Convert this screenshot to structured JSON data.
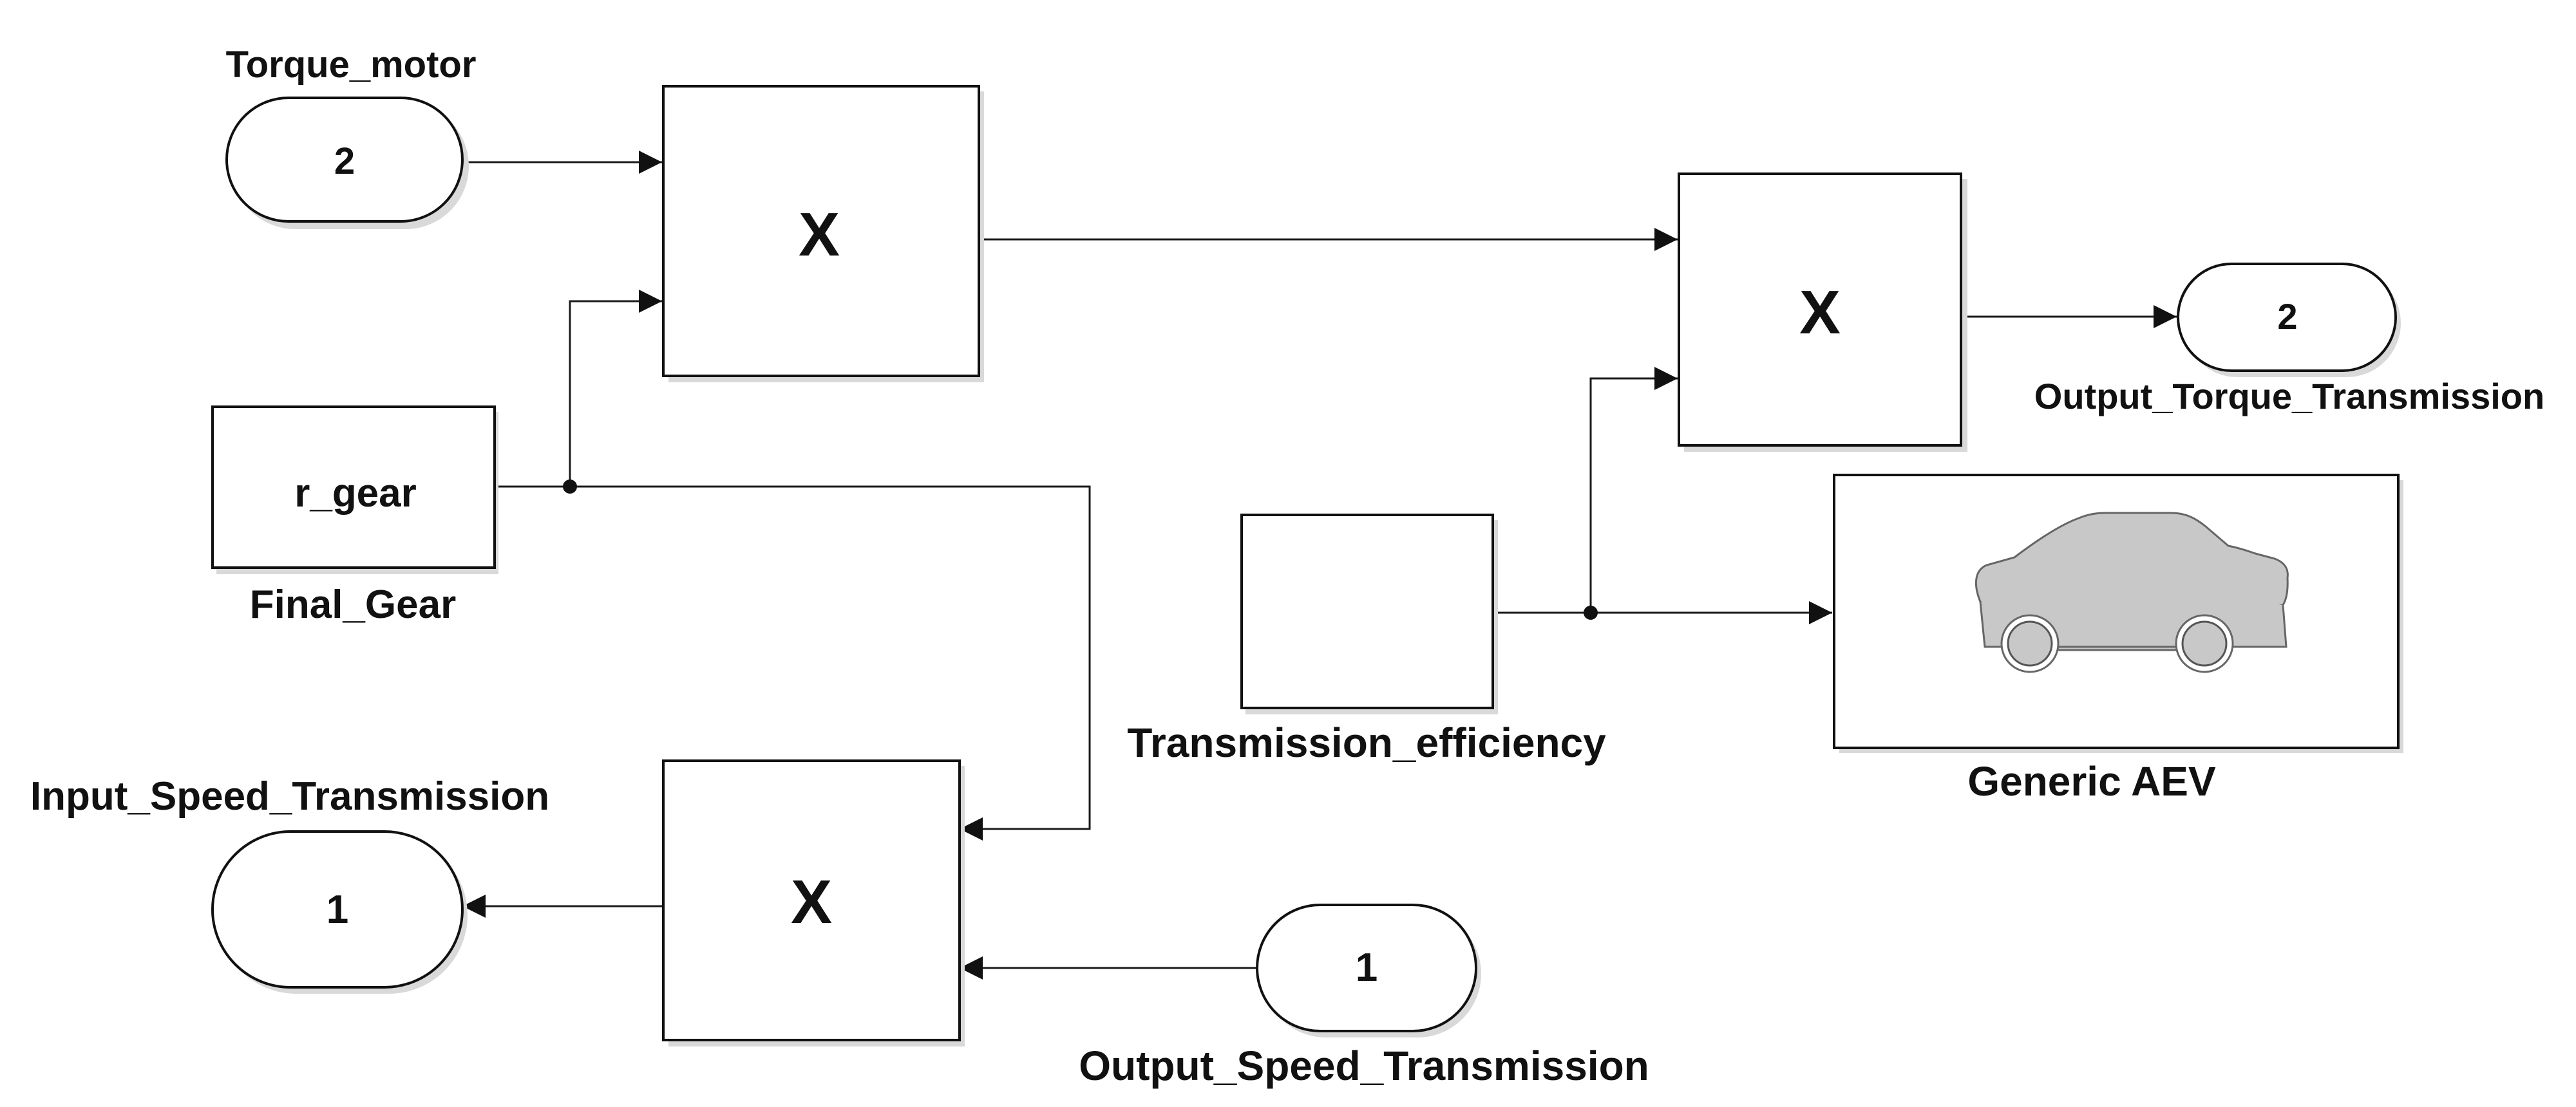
{
  "diagram": {
    "inports": [
      {
        "id": "torque_motor",
        "number": "2",
        "label": "Torque_motor"
      },
      {
        "id": "output_speed",
        "number": "1",
        "label": "Output_Speed_Transmission"
      }
    ],
    "outports": [
      {
        "id": "input_speed",
        "number": "1",
        "label": "Input_Speed_Transmission"
      },
      {
        "id": "output_torque",
        "number": "2",
        "label": "Output_Torque_Transmission"
      }
    ],
    "products": [
      {
        "id": "product_torque",
        "symbol": "X"
      },
      {
        "id": "product_efficiency",
        "symbol": "X"
      },
      {
        "id": "product_speed",
        "symbol": "X"
      }
    ],
    "constant_gear": {
      "value": "r_gear",
      "label": "Final_Gear"
    },
    "constant_efficiency": {
      "value": "",
      "label": "Transmission_efficiency"
    },
    "vehicle": {
      "label": "Generic AEV",
      "icon": "car-icon"
    },
    "colors": {
      "line": "#1a1a1a",
      "block_fill": "#ffffff",
      "car_fill": "#c8c8c8"
    }
  }
}
